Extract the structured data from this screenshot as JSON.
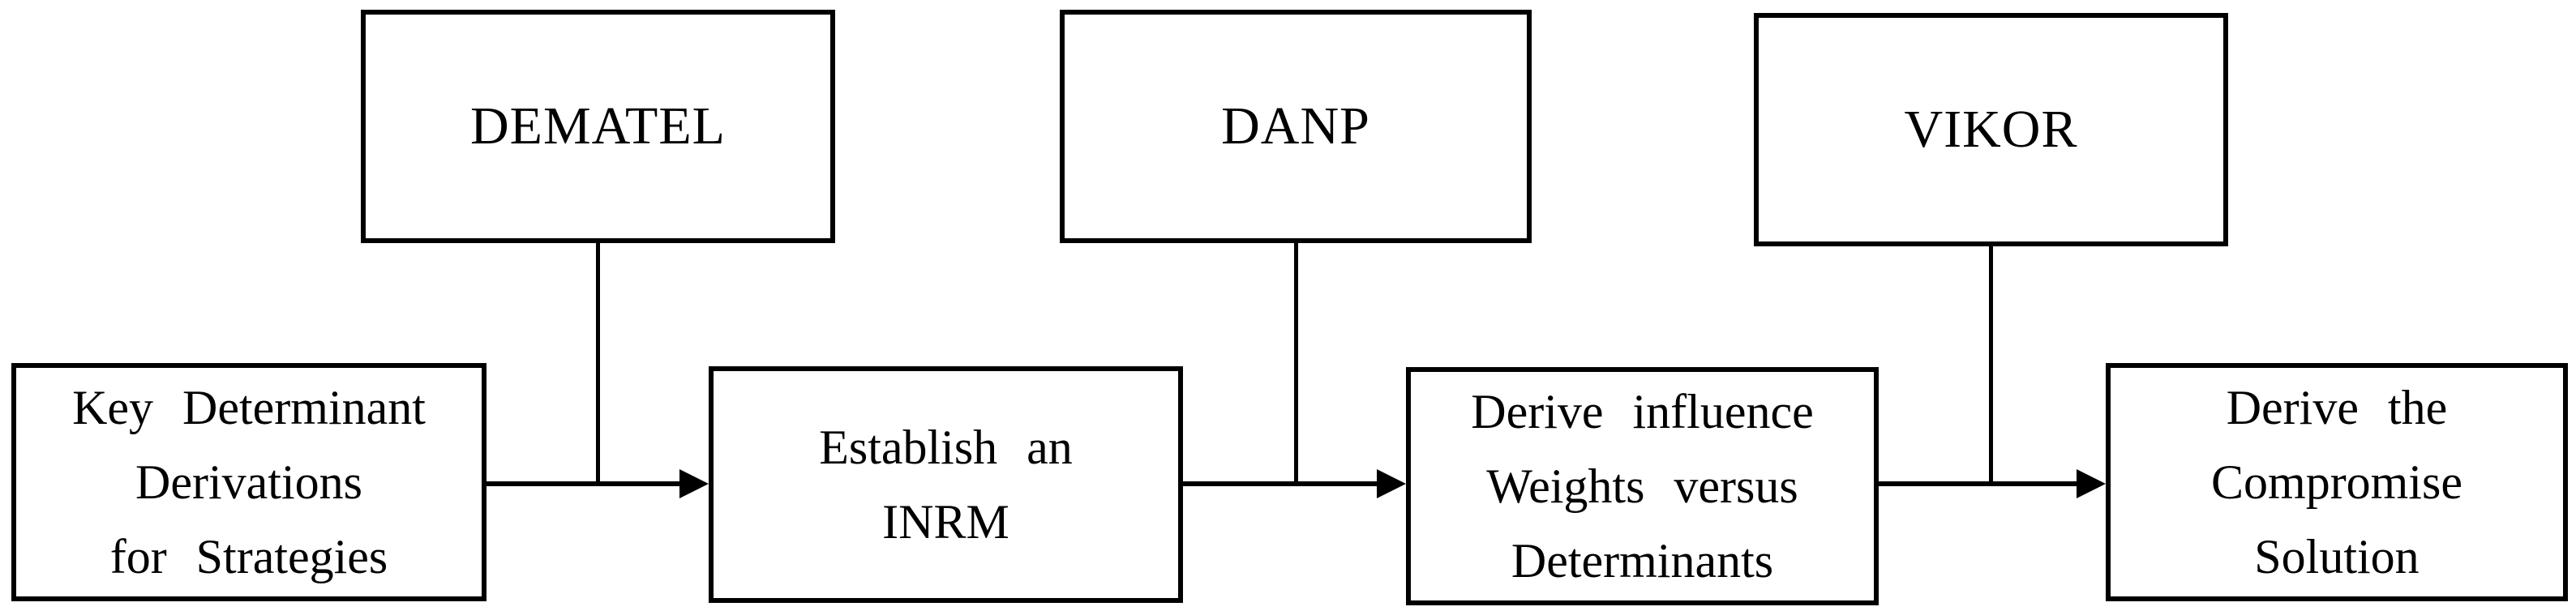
{
  "diagram": {
    "title": "MCDM methodology flowchart",
    "colors": {
      "line": "#000000",
      "background": "#ffffff",
      "box_fill": "#ffffff",
      "text": "#000000"
    },
    "method_boxes": [
      {
        "label": "DEMATEL"
      },
      {
        "label": "DANP"
      },
      {
        "label": "VIKOR"
      }
    ],
    "step_boxes": [
      {
        "label": "Key Determinant Derivations for Strategies",
        "lines": [
          "Key Determinant",
          "Derivations",
          "for Strategies"
        ]
      },
      {
        "label": "Establish an INRM",
        "lines": [
          "Establish an",
          "INRM"
        ]
      },
      {
        "label": "Derive influence Weights versus Determinants",
        "lines": [
          "Derive influence",
          "Weights versus",
          "Determinants"
        ]
      },
      {
        "label": "Derive the Compromise Solution",
        "lines": [
          "Derive the",
          "Compromise",
          "Solution"
        ]
      }
    ],
    "connections": [
      {
        "from": "Key Determinant Derivations for Strategies",
        "to": "Establish an INRM",
        "annotated_by": "DEMATEL"
      },
      {
        "from": "Establish an INRM",
        "to": "Derive influence Weights versus Determinants",
        "annotated_by": "DANP"
      },
      {
        "from": "Derive influence Weights versus Determinants",
        "to": "Derive the Compromise Solution",
        "annotated_by": "VIKOR"
      }
    ]
  }
}
